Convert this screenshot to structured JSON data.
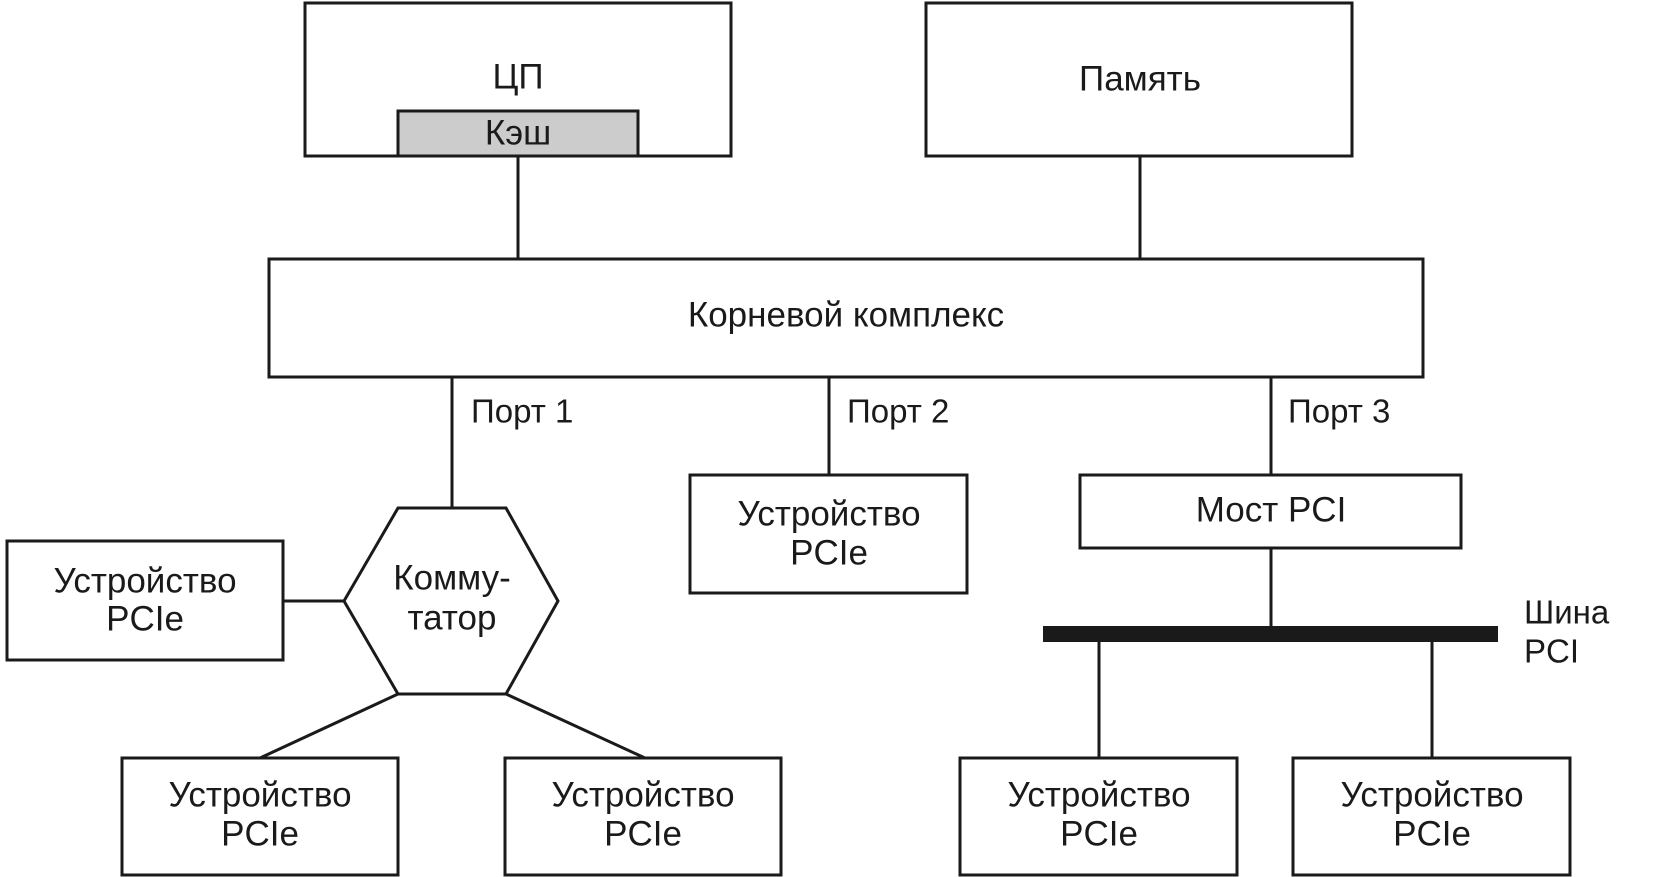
{
  "nodes": {
    "cpu": "ЦП",
    "cache": "Кэш",
    "memory": "Память",
    "root_complex": "Корневой комплекс",
    "switch_line1": "Комму-",
    "switch_line2": "татор",
    "pci_bridge": "Мост PCI",
    "pcie_device_line1": "Устройство",
    "pcie_device_line2": "PCIe"
  },
  "ports": {
    "port1": "Порт 1",
    "port2": "Порт 2",
    "port3": "Порт 3"
  },
  "bus": {
    "line1": "Шина",
    "line2": "PCI"
  },
  "colors": {
    "stroke": "#1a1a1a",
    "cache_fill": "#cccccc",
    "background": "#ffffff"
  }
}
